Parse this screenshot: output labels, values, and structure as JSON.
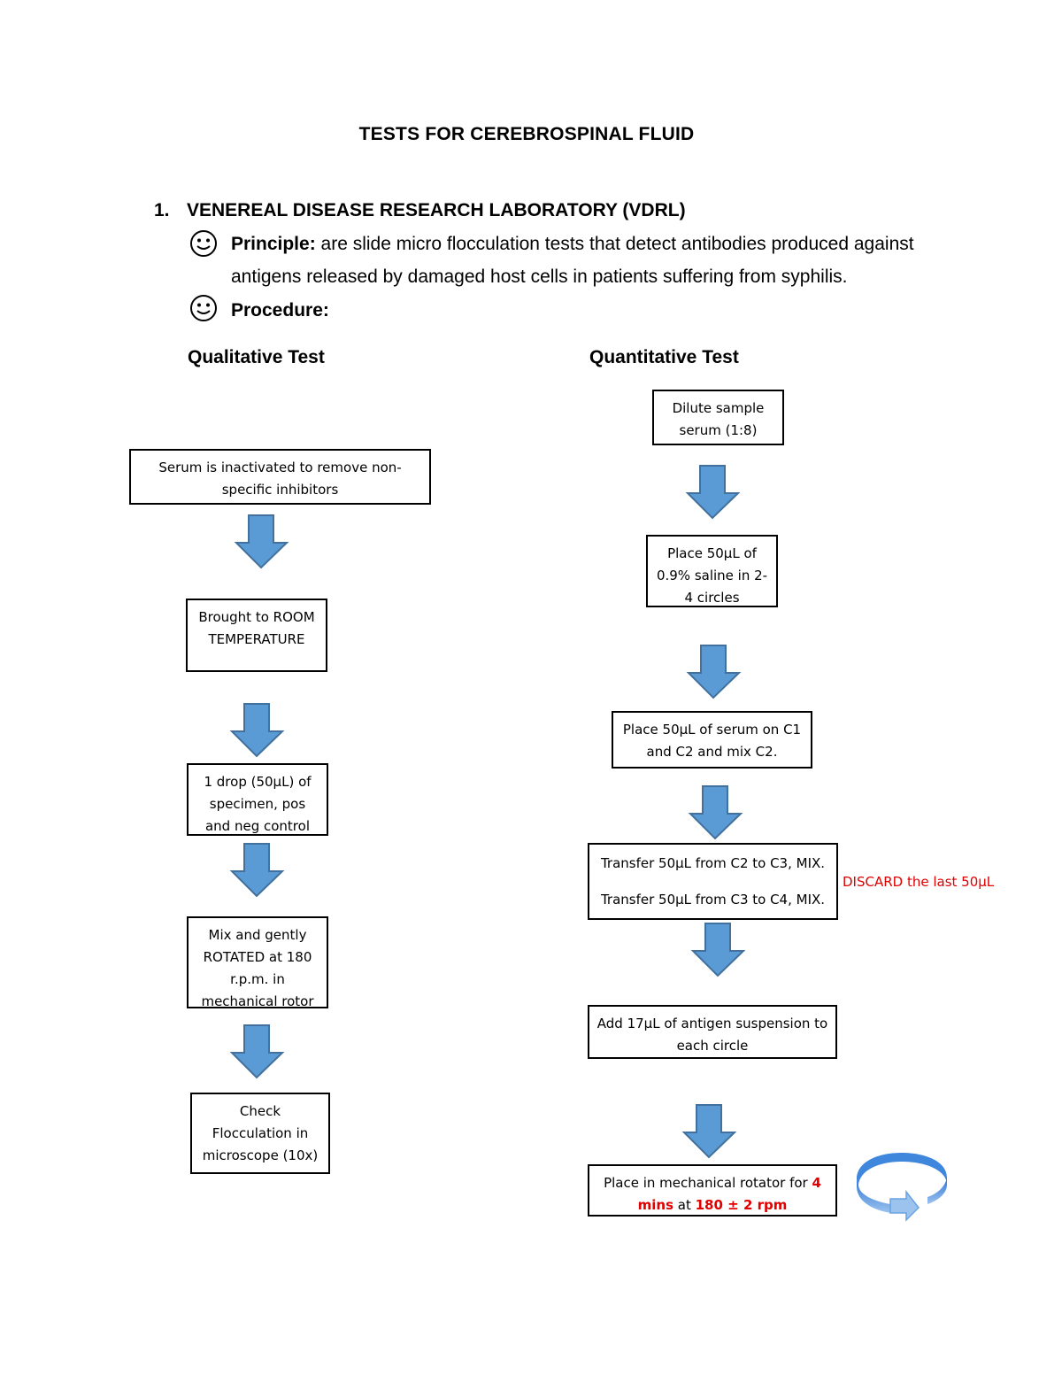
{
  "document": {
    "title": "TESTS FOR CEREBROSPINAL FLUID",
    "section": {
      "number": "1.",
      "heading": "VENEREAL DISEASE RESEARCH LABORATORY (VDRL)"
    },
    "bullets": [
      {
        "icon": "smiley-face-icon",
        "label": "Principle:",
        "text_line1": " are slide micro flocculation tests that detect antibodies produced against",
        "text_line2": "antigens released by damaged host cells in patients suffering from syphilis."
      },
      {
        "icon": "smiley-face-icon",
        "label": "Procedure:"
      }
    ]
  },
  "qualitative": {
    "heading": "Qualitative Test",
    "steps": [
      {
        "lines": [
          "Serum is inactivated to remove non-",
          "specific inhibitors"
        ]
      },
      {
        "lines": [
          "Brought to ROOM",
          "TEMPERATURE"
        ]
      },
      {
        "lines": [
          "1 drop (50µL) of",
          "specimen, pos",
          "and neg control"
        ]
      },
      {
        "lines": [
          "Mix and gently",
          "ROTATED at 180",
          "r.p.m. in",
          "mechanical rotor"
        ]
      },
      {
        "lines": [
          "Check",
          "Flocculation in",
          "microscope (10x)"
        ]
      }
    ]
  },
  "quantitative": {
    "heading": "Quantitative Test",
    "steps": [
      {
        "lines": [
          "Dilute sample",
          "serum (1:8)"
        ]
      },
      {
        "lines": [
          "Place 50µL of",
          "0.9% saline in 2-",
          "4 circles"
        ]
      },
      {
        "lines": [
          "Place 50µL of serum on C1",
          "and C2 and mix C2."
        ]
      },
      {
        "lines": [
          "Transfer 50µL from C2 to C3, MIX.",
          "Transfer 50µL from C3 to C4, MIX."
        ]
      },
      {
        "lines": [
          "Add 17µL of antigen suspension to",
          "each circle"
        ]
      },
      {
        "line1_prefix": "Place in mechanical rotator for ",
        "line1_red": "4",
        "line2_red_a": "mins",
        "line2_mid": " at ",
        "line2_red_b": "180 ± 2 rpm"
      }
    ],
    "side_note": "DISCARD the last 50µL",
    "rotation_icon": "circular-rotate-arrow-icon"
  },
  "colors": {
    "arrow_fill": "#5b9bd5",
    "arrow_stroke": "#41719c",
    "highlight_red": "#e00000"
  }
}
